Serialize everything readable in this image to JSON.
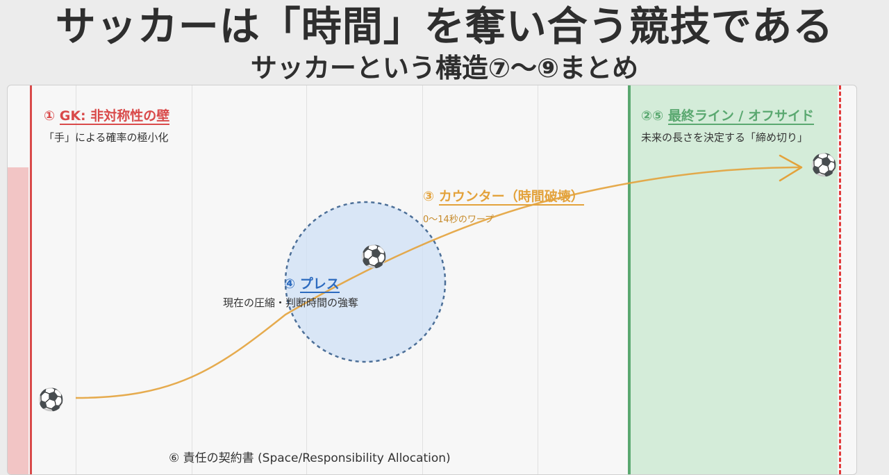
{
  "header": {
    "title": "サッカーは「時間」を奪い合う競技である",
    "subtitle": "サッカーという構造⑦〜⑨まとめ"
  },
  "labels": {
    "gk": {
      "number": "①",
      "title": "GK: 非対称性の壁",
      "desc": "「手」による確率の極小化"
    },
    "final_line": {
      "number": "②⑤",
      "title": "最終ライン / オフサイド",
      "desc": "未来の長さを決定する「締め切り」"
    },
    "counter": {
      "number": "③",
      "title": "カウンター（時間破壊）",
      "desc": "0〜14秒のワープ"
    },
    "press": {
      "number": "④",
      "title": "プレス",
      "desc": "現在の圧縮・判断時間の強奪"
    },
    "contract": {
      "text": "⑥ 責任の契約書 (Space/Responsibility Allocation)"
    }
  },
  "balls": {
    "glyph": "⚽"
  },
  "colors": {
    "gk": "#d94a4a",
    "final": "#5aa870",
    "counter": "#e3a23b",
    "press": "#2d6bbf",
    "offside": "#e23a3a"
  }
}
